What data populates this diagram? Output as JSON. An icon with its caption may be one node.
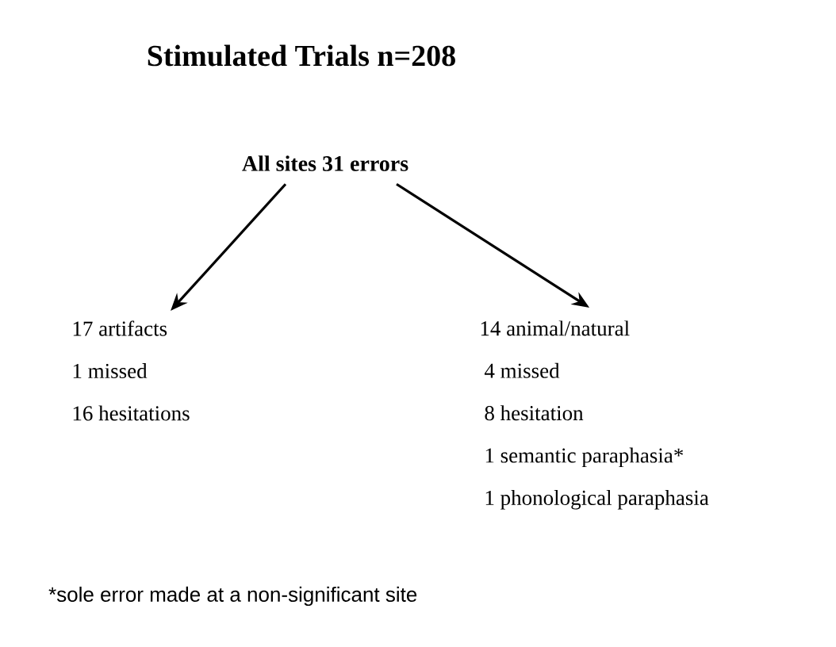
{
  "diagram": {
    "title": "Stimulated Trials n=208",
    "nodes": [
      {
        "text": [
          "All sites 31 errors"
        ]
      },
      {
        "text": [
          "17 artifacts",
          "1 missed",
          "16 hesitations"
        ]
      },
      {
        "text": [
          "14 animal/natural",
          "4 missed",
          "8 hesitation",
          "1 semantic paraphasia*",
          "1 phonological paraphasia"
        ]
      }
    ],
    "edges": [
      {
        "from": 0,
        "to": 1,
        "arrow": "to"
      },
      {
        "from": 0,
        "to": 2,
        "arrow": "to"
      }
    ],
    "labels": [
      "*sole error made at a non-significant site"
    ]
  }
}
